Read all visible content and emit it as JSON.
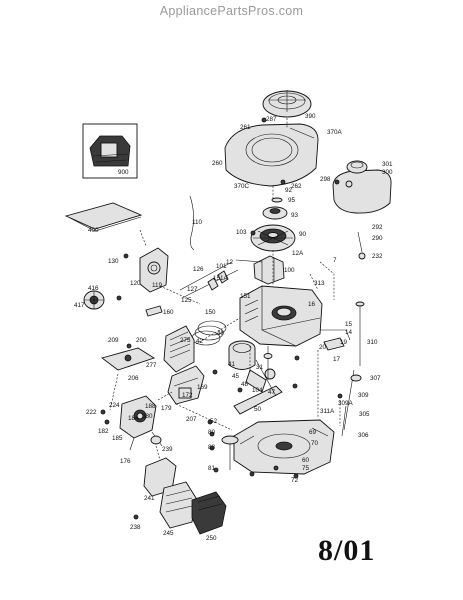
{
  "watermark": "AppliancePartsPros.com",
  "date_code": "8/01",
  "callouts": {
    "c287": "287",
    "c390": "390",
    "c261": "261",
    "c370A": "370A",
    "c260": "260",
    "c370C": "370C",
    "c262": "262",
    "c900": "900",
    "c298": "298",
    "c301": "301",
    "c300": "300",
    "c92": "92",
    "c95": "95",
    "c93": "93",
    "c90": "90",
    "c400": "400",
    "c290": "290",
    "c292": "292",
    "c232": "232",
    "c110": "110",
    "c103": "103",
    "c12": "12",
    "c12A": "12A",
    "c126": "126",
    "c7": "7",
    "c130": "130",
    "c120": "120",
    "c119": "119",
    "c101": "101",
    "c151A": "151A",
    "c100": "100",
    "c125": "125",
    "c127": "127",
    "c313": "313",
    "c416": "416",
    "c417": "417",
    "c151": "151",
    "c16": "16",
    "c150": "150",
    "c160": "160",
    "c209": "209",
    "c200": "200",
    "c275": "275",
    "c40": "40",
    "c15": "15",
    "c14": "14",
    "c19": "19",
    "c310": "310",
    "c20": "20",
    "c42": "42",
    "c17": "17",
    "c206": "206",
    "c277": "277",
    "c41": "41",
    "c45": "45",
    "c48": "48",
    "c104": "104",
    "c307": "307",
    "c169": "169",
    "c172": "172",
    "c47": "47",
    "c309A": "309A",
    "c309": "309",
    "c224": "224",
    "c188": "188",
    "c179": "179",
    "c50": "50",
    "c311A": "311A",
    "c305": "305",
    "c222": "222",
    "c182": "182",
    "c184": "184",
    "c380": "380",
    "c207": "207",
    "c52": "52",
    "c69": "69",
    "c306": "306",
    "c185": "185",
    "c176": "176",
    "c239": "239",
    "c70": "70",
    "c80": "80",
    "c83": "83",
    "c60": "60",
    "c75": "75",
    "c81": "81",
    "c72": "72",
    "c241": "241",
    "c245": "245",
    "c250": "250",
    "c238": "238",
    "c31": "31"
  }
}
